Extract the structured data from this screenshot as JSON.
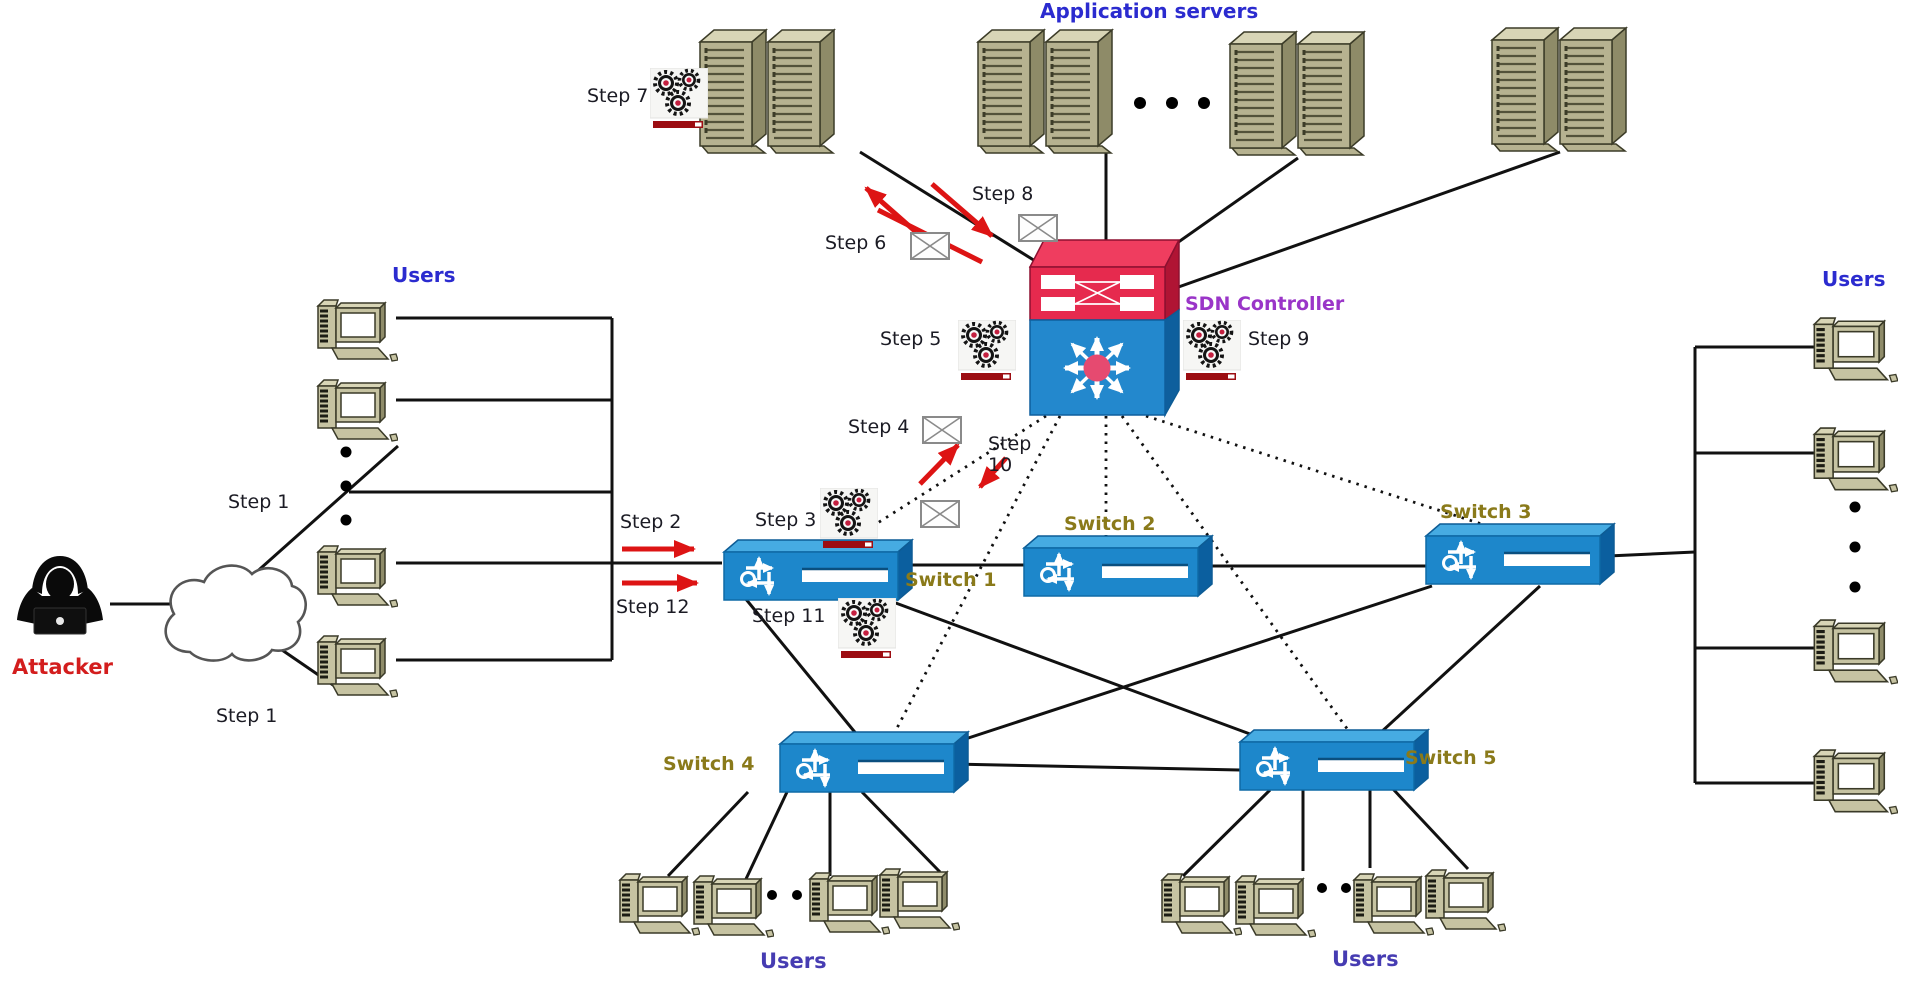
{
  "diagram_type": "SDN network attack scenario topology",
  "labels": {
    "application_servers": "Application servers",
    "sdn_controller": "SDN Controller",
    "attacker": "Attacker",
    "users_left": "Users",
    "users_right": "Users",
    "users_bottom_left": "Users",
    "users_bottom_right": "Users"
  },
  "switches": [
    {
      "label": "Switch 1"
    },
    {
      "label": "Switch 2"
    },
    {
      "label": "Switch 3"
    },
    {
      "label": "Switch 4"
    },
    {
      "label": "Switch 5"
    }
  ],
  "steps": {
    "step1_upper": "Step 1",
    "step1_lower": "Step 1",
    "step2": "Step 2",
    "step3": "Step 3",
    "step4": "Step 4",
    "step5": "Step 5",
    "step6": "Step 6",
    "step7": "Step 7",
    "step8": "Step 8",
    "step9": "Step 9",
    "step10": "Step 10",
    "step11": "Step 11",
    "step12": "Step 12"
  },
  "step_icons": {
    "gears_steps": [
      "step3",
      "step5",
      "step7",
      "step9",
      "step11"
    ],
    "envelope_steps": [
      "step4",
      "step6",
      "step8",
      "step10"
    ],
    "red_arrow_steps": [
      "step2",
      "step12"
    ]
  },
  "colors": {
    "title_blue": "#2b2bcf",
    "users_indigo": "#463cb2",
    "sdn_controller_purple": "#9a35c8",
    "attacker_red": "#d31d1d",
    "switch_label_olive": "#8a7a1a",
    "step_text": "#1b1b24",
    "switch_blue": "#1d87cb",
    "controller_red": "#e62a4e",
    "controller_hub_pink": "#e64a70",
    "flow_arrow_red": "#dd1414",
    "link_black": "#111111",
    "server_khaki": "#b6b290"
  }
}
